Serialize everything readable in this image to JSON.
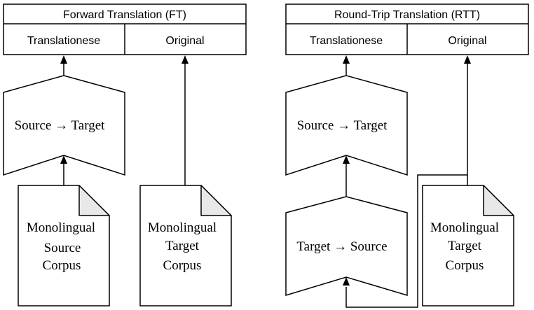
{
  "left": {
    "header": "Forward Translation (FT)",
    "col_a": "Translationese",
    "col_b": "Original",
    "process": "Source → Target",
    "doc_source": [
      "Monolingual",
      "Source",
      "Corpus"
    ],
    "doc_target": [
      "Monolingual",
      "Target",
      "Corpus"
    ]
  },
  "right": {
    "header": "Round-Trip Translation (RTT)",
    "col_a": "Translationese",
    "col_b": "Original",
    "process_top": "Source → Target",
    "process_bottom": "Target → Source",
    "doc_target": [
      "Monolingual",
      "Target",
      "Corpus"
    ]
  }
}
